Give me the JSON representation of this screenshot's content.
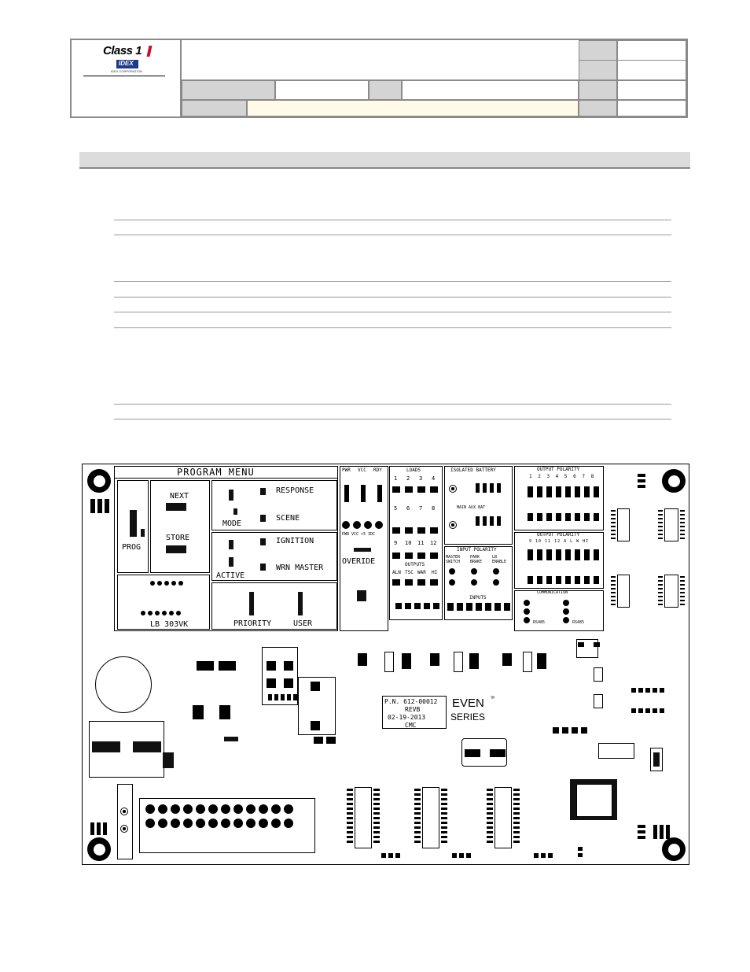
{
  "header": {
    "logo": {
      "brand": "Class 1",
      "parent": "IDEX",
      "parent_sub": "IDEX CORPORATION"
    }
  },
  "board": {
    "program_menu": "PROGRAM MENU",
    "next": "NEXT",
    "store": "STORE",
    "prog": "PROG",
    "response": "RESPONSE",
    "scene": "SCENE",
    "mode": "MODE",
    "ignition": "IGNITION",
    "wrn_master": "WRN MASTER",
    "active": "ACTIVE",
    "priority": "PRIORITY",
    "user": "USER",
    "lb_model": "LB 303VK",
    "pwr": "PWR",
    "vcc": "VCC",
    "rdy": "RDY",
    "pwr_vcc": "PWR VCC +5 IDC",
    "override": "OVERIDE",
    "loads": "LOADS",
    "loads_nums_a": [
      "1",
      "2",
      "3",
      "4"
    ],
    "loads_nums_b": [
      "5",
      "6",
      "7",
      "8"
    ],
    "loads_nums_c": [
      "9",
      "10",
      "11",
      "12"
    ],
    "outputs": "OUTPUTS",
    "outputs_cols": [
      "ALN",
      "TSC",
      "WAR",
      "HI"
    ],
    "isolated_battery": "ISOLATED BATTERY",
    "main_aux_bat": "MAIN AUX BAT",
    "input_polarity": "INPUT POLARITY",
    "master_switch": "MASTER SWITCH",
    "park_brake": "PARK BRAKE",
    "lb_enable": "LB ENABLE",
    "inputs": "INPUTS",
    "output_polarity_1": "OUTPUT POLARITY",
    "op1_nums": "1 2 3 4 5 6 7 8",
    "output_polarity_2": "OUTPUT POLARITY",
    "op2_nums": "9 10 11 12 A L W HI",
    "communication": "COMMUNICATION",
    "rs485_a": "RS485",
    "rs485_b": "RS485",
    "pn": "P.N. 612-00012",
    "rev": "REVB",
    "date": "02-19-2013",
    "initials": "CMC",
    "even": "EVEN",
    "series": "SERIES",
    "tm": "TM"
  }
}
